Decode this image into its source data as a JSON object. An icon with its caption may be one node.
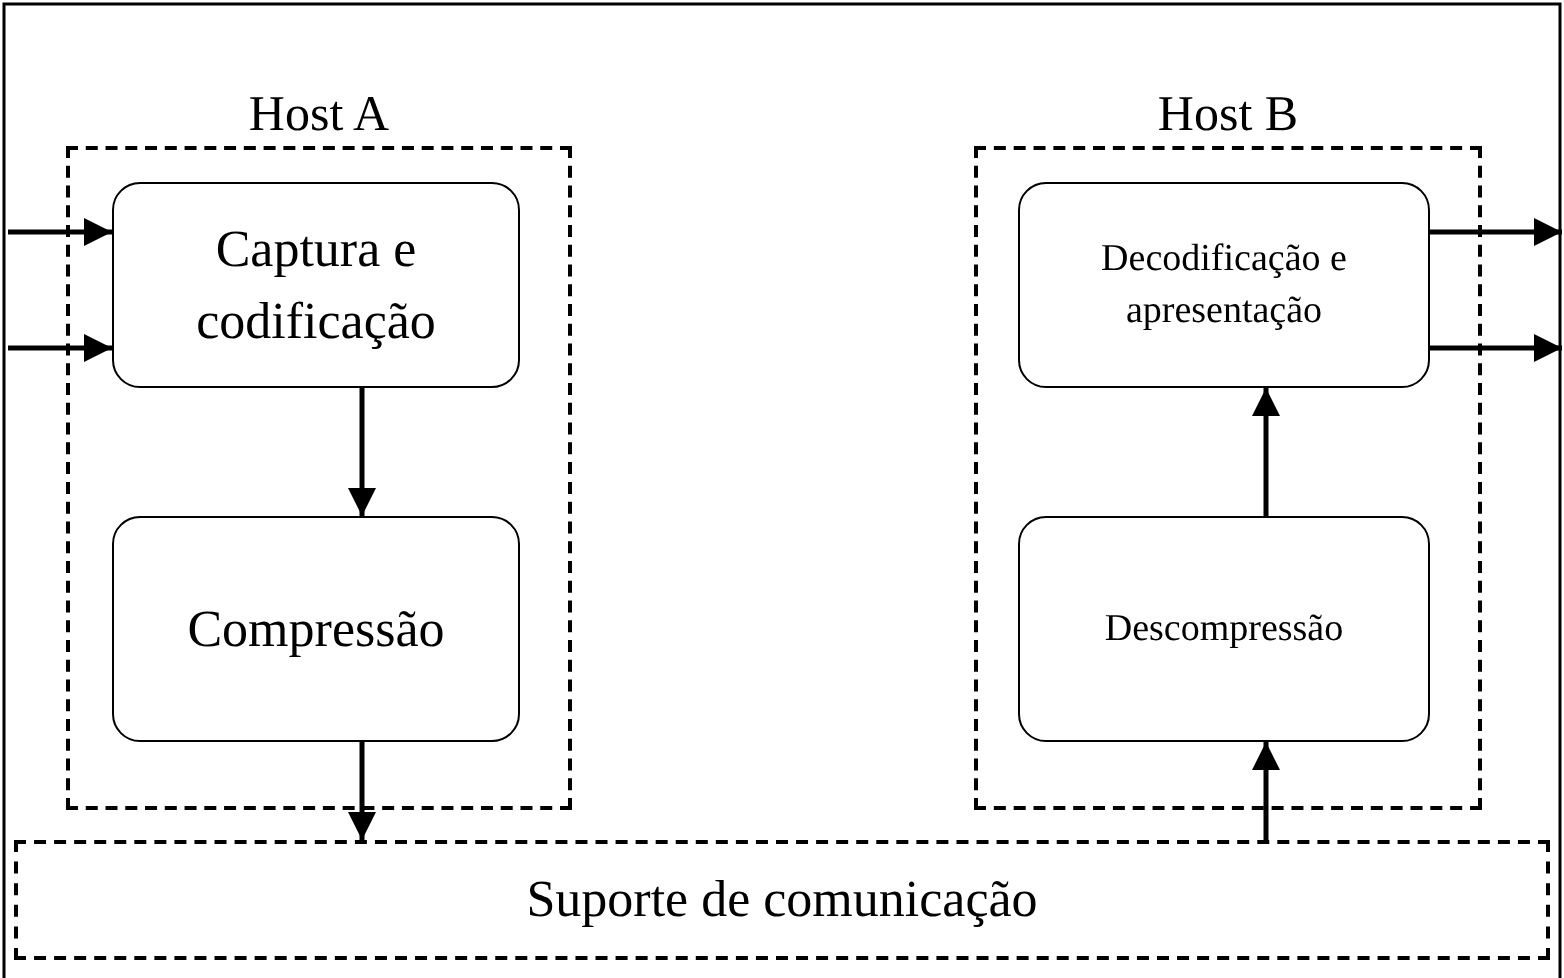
{
  "diagram": {
    "nodes": [
      {
        "text": [
          "Host A"
        ]
      },
      {
        "text": [
          "Captura e codificação"
        ],
        "in": 0
      },
      {
        "text": [
          "Compressão"
        ],
        "in": 0
      },
      {
        "text": [
          "Host B"
        ]
      },
      {
        "text": [
          "Decodificação e apresentação"
        ],
        "in": 3
      },
      {
        "text": [
          "Descompressão"
        ],
        "in": 3
      },
      {
        "text": [
          "Suporte de comunicação"
        ]
      }
    ],
    "edges": [
      {
        "from": null,
        "to": 1,
        "arrow": "to"
      },
      {
        "from": null,
        "to": 1,
        "arrow": "to"
      },
      {
        "from": 1,
        "to": 2,
        "arrow": "to"
      },
      {
        "from": 2,
        "to": 6,
        "arrow": "to"
      },
      {
        "from": 6,
        "to": 5,
        "arrow": "to"
      },
      {
        "from": 5,
        "to": 4,
        "arrow": "to"
      },
      {
        "from": 4,
        "to": null,
        "arrow": "to"
      },
      {
        "from": 4,
        "to": null,
        "arrow": "to"
      }
    ]
  }
}
